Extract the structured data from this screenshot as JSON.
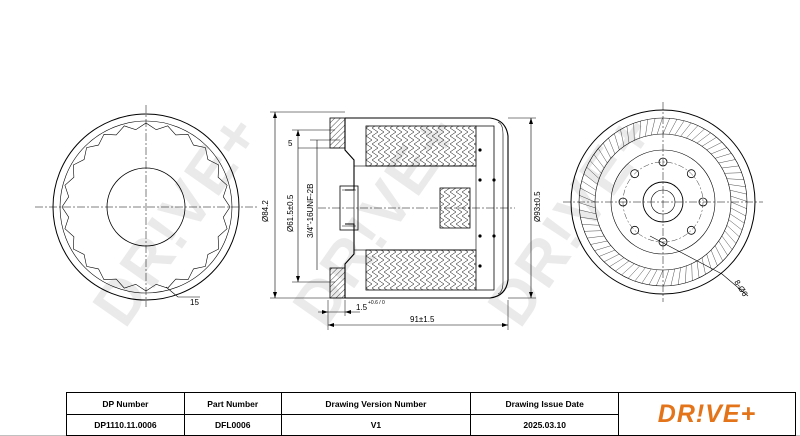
{
  "watermark": "DR!VE+",
  "dimensions": {
    "left_view_width": "15",
    "thread_gap": "5",
    "outer_diameter": "Ø84.2",
    "gasket_diameter": "Ø61.5±0.5",
    "thread": "3/4\"-16UNF-2B",
    "body_diameter": "Ø93±0.5",
    "gasket_height": "1.5",
    "gasket_tolerance": "+0.6 / 0",
    "height": "91±1.5",
    "holes": "8-Ø6"
  },
  "title_block": {
    "headers": [
      "DP Number",
      "Part Number",
      "Drawing Version Number",
      "Drawing Issue Date"
    ],
    "values": [
      "DP1110.11.0006",
      "DFL0006",
      "V1",
      "2025.03.10"
    ],
    "logo": "DR!VE+",
    "logo_color": "#e4741a"
  }
}
